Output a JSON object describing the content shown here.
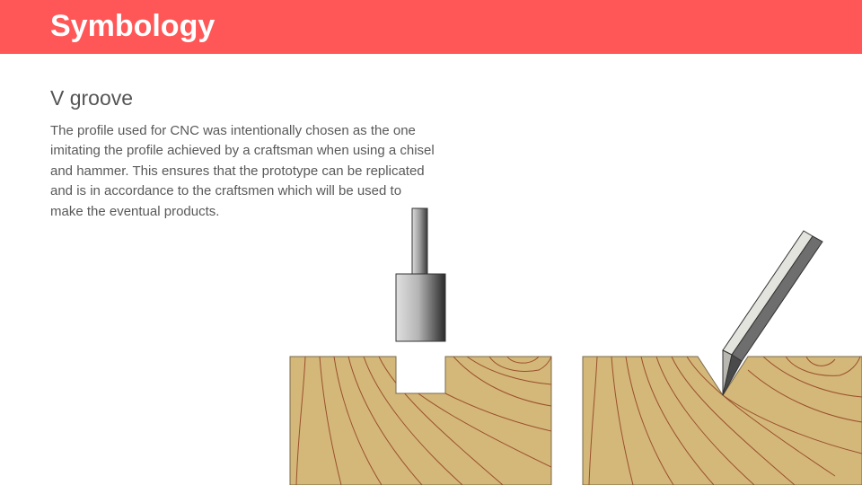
{
  "slide": {
    "title": "Symbology",
    "section_heading": "V groove",
    "body": "The profile used for CNC was intentionally chosen as the one imitating the profile achieved by a craftsman when using a chisel and hammer. This ensures that the prototype can be replicated and is in accordance to the craftsmen which will be used to make the eventual products."
  },
  "colors": {
    "header": "#ff5757",
    "wood": "#d4b87a",
    "grain": "#9a4f2b"
  },
  "illustrations": [
    {
      "name": "cnc-square-groove",
      "tool": "cnc-bit-icon"
    },
    {
      "name": "chisel-v-groove",
      "tool": "chisel-icon"
    }
  ]
}
